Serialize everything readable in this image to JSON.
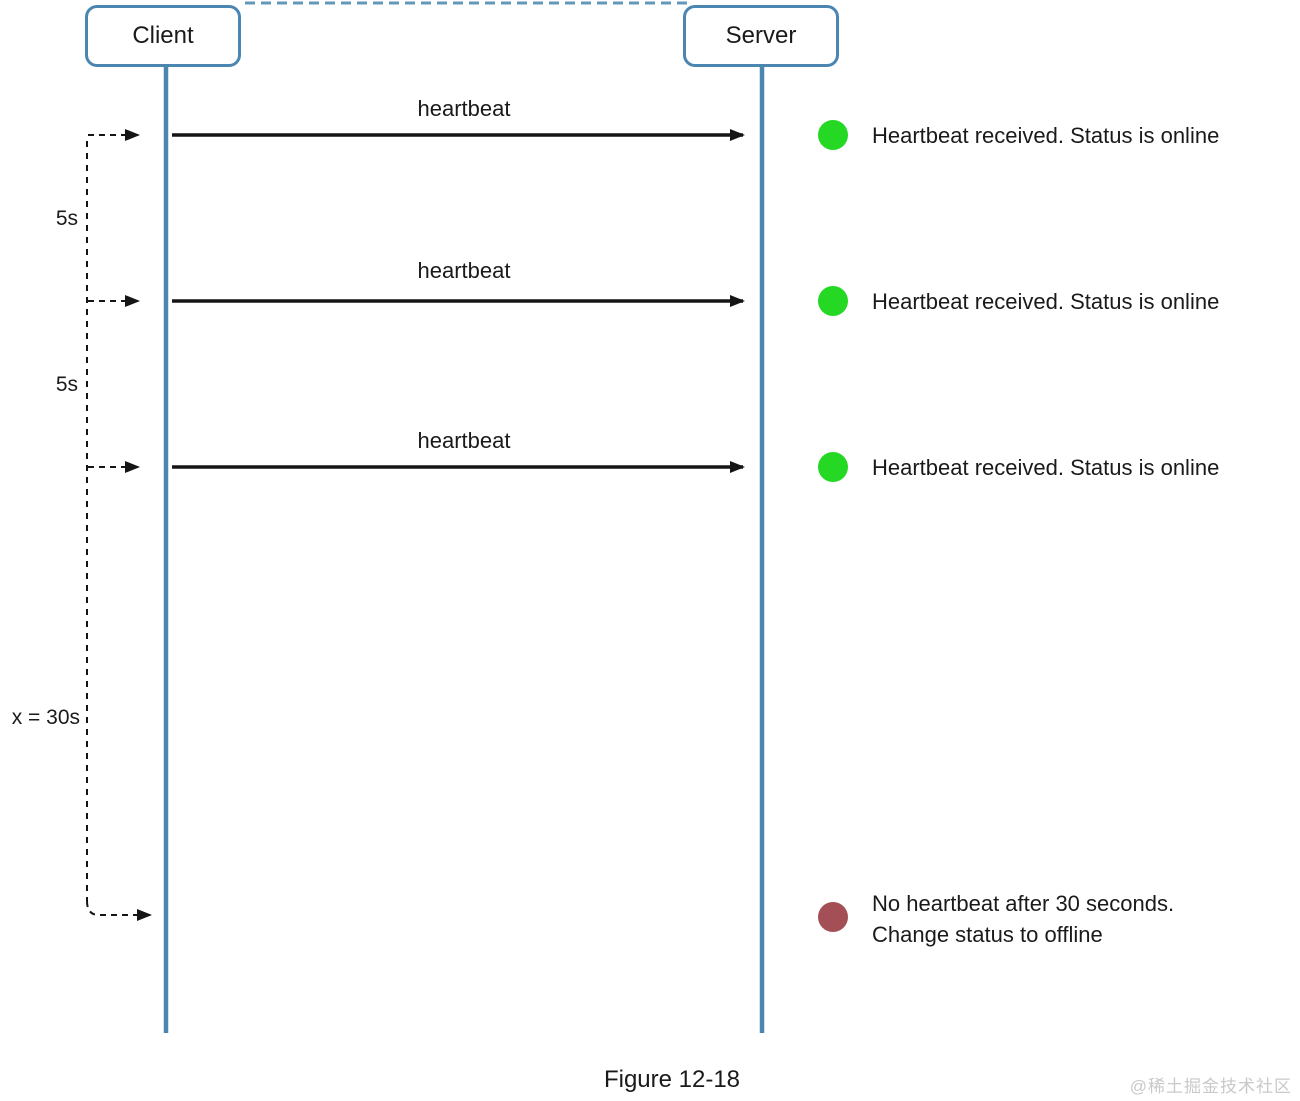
{
  "diagram": {
    "client_label": "Client",
    "server_label": "Server",
    "messages": [
      {
        "label": "heartbeat",
        "status": "Heartbeat received. Status is online"
      },
      {
        "label": "heartbeat",
        "status": "Heartbeat received. Status is online"
      },
      {
        "label": "heartbeat",
        "status": "Heartbeat received. Status is online"
      }
    ],
    "timeout": {
      "line1": "No heartbeat after 30 seconds.",
      "line2": "Change status to offline"
    },
    "intervals": [
      "5s",
      "5s",
      "x = 30s"
    ],
    "caption": "Figure 12-18",
    "watermark": "@稀土掘金技术社区",
    "colors": {
      "lifeline": "#4a86b0",
      "online": "#24d824",
      "offline": "#a34f55",
      "arrow": "#151515"
    }
  }
}
